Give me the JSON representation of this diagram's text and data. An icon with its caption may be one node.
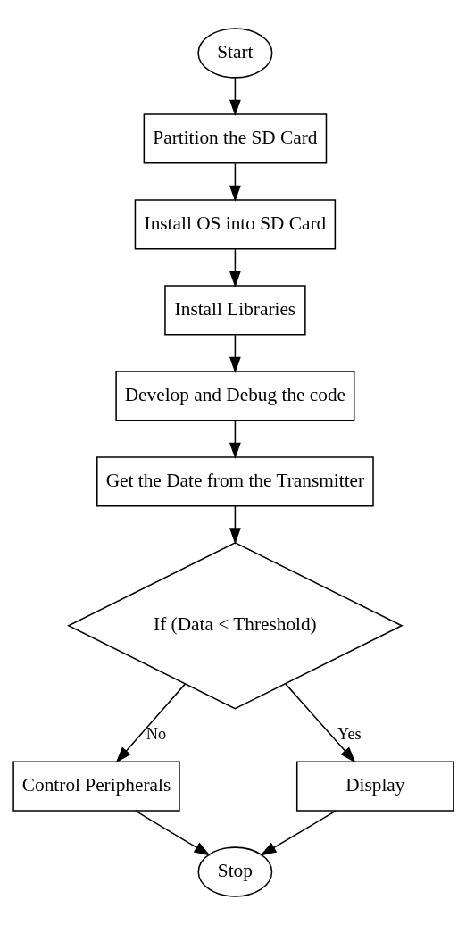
{
  "diagram": {
    "nodes": [
      {
        "text": [
          "Start"
        ]
      },
      {
        "text": [
          "Partition the SD Card"
        ]
      },
      {
        "text": [
          "Install OS into SD Card"
        ]
      },
      {
        "text": [
          "Install Libraries"
        ]
      },
      {
        "text": [
          "Develop and Debug the code"
        ]
      },
      {
        "text": [
          "Get the Date from the Transmitter"
        ]
      },
      {
        "text": [
          "If (Data < Threshold)"
        ]
      },
      {
        "text": [
          "Control Peripherals"
        ]
      },
      {
        "text": [
          "Display"
        ]
      },
      {
        "text": [
          "Stop"
        ]
      }
    ],
    "edges": [
      {
        "from": 0,
        "to": 1,
        "arrow": "to"
      },
      {
        "from": 1,
        "to": 2,
        "arrow": "to"
      },
      {
        "from": 2,
        "to": 3,
        "arrow": "to"
      },
      {
        "from": 3,
        "to": 4,
        "arrow": "to"
      },
      {
        "from": 4,
        "to": 5,
        "arrow": "to"
      },
      {
        "from": 5,
        "to": 6,
        "arrow": "to"
      },
      {
        "from": 6,
        "to": 7,
        "arrow": "to",
        "label": "No"
      },
      {
        "from": 6,
        "to": 8,
        "arrow": "to",
        "label": "Yes"
      },
      {
        "from": 7,
        "to": 9,
        "arrow": "to"
      },
      {
        "from": 8,
        "to": 9,
        "arrow": "to"
      }
    ]
  }
}
